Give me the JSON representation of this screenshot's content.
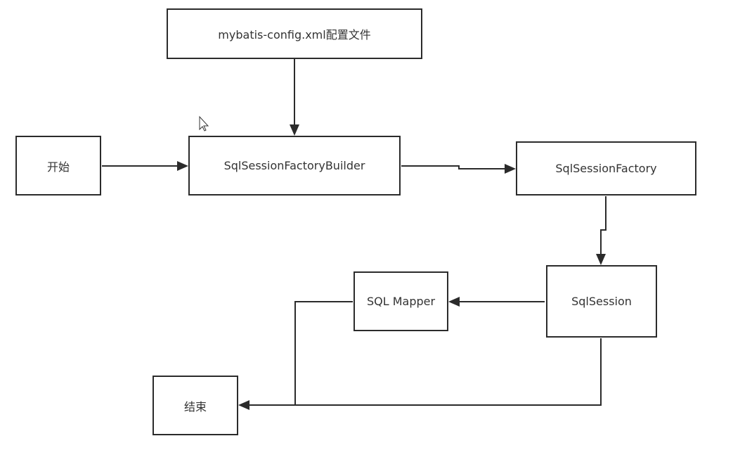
{
  "diagram": {
    "nodes": {
      "config": {
        "label": "mybatis-config.xml配置文件"
      },
      "start": {
        "label": "开始"
      },
      "builder": {
        "label": "SqlSessionFactoryBuilder"
      },
      "factory": {
        "label": "SqlSessionFactory"
      },
      "session": {
        "label": "SqlSession"
      },
      "mapper": {
        "label": "SQL Mapper"
      },
      "end": {
        "label": "结束"
      }
    },
    "edges": [
      {
        "from": "config",
        "to": "builder"
      },
      {
        "from": "start",
        "to": "builder"
      },
      {
        "from": "builder",
        "to": "factory"
      },
      {
        "from": "factory",
        "to": "session"
      },
      {
        "from": "session",
        "to": "mapper"
      },
      {
        "from": "mapper",
        "to": "end"
      },
      {
        "from": "session",
        "to": "end"
      }
    ]
  },
  "colors": {
    "stroke": "#2b2b2b",
    "text": "#333333",
    "background": "#ffffff"
  },
  "icons": {
    "cursor": "mouse-pointer-icon"
  }
}
